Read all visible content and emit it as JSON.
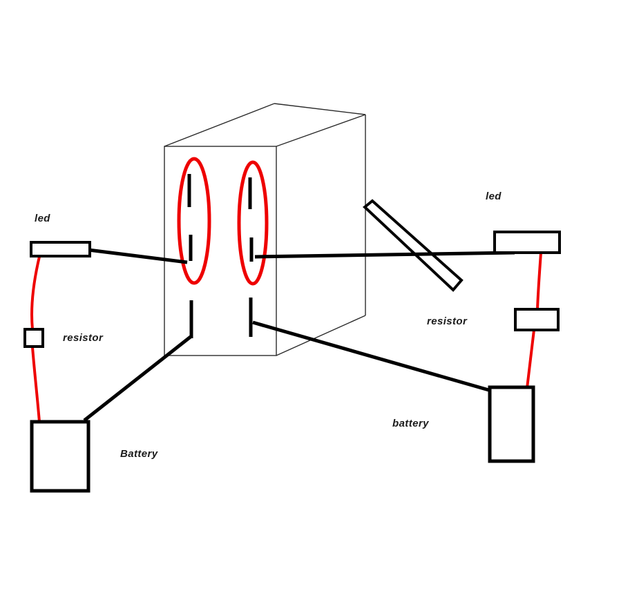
{
  "diagram": {
    "labels": {
      "led_left": "led",
      "resistor_left": "resistor",
      "battery_left": "Battery",
      "led_right": "led",
      "resistor_right": "resistor",
      "battery_right": "battery"
    },
    "colors": {
      "wire": "#ee0000",
      "highlight": "#ee0000",
      "outline": "#000000",
      "box_line": "#2b2b2b",
      "text": "#1b1b1b"
    }
  }
}
